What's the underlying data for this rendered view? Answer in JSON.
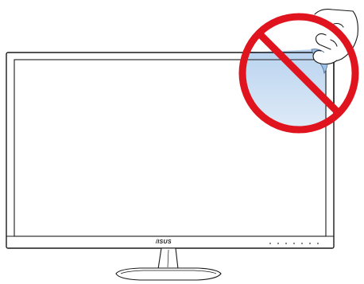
{
  "brand": {
    "logo_text": "/ISUS"
  },
  "monitor": {
    "button_count": 7
  },
  "warning": {
    "meaning": "prohibited",
    "symbol_color": "#e0141e",
    "film_tint": "#c9ddf2"
  },
  "icons": {
    "warning_symbol": "no-symbol-icon",
    "hand": "hand-peeling-film-icon"
  }
}
